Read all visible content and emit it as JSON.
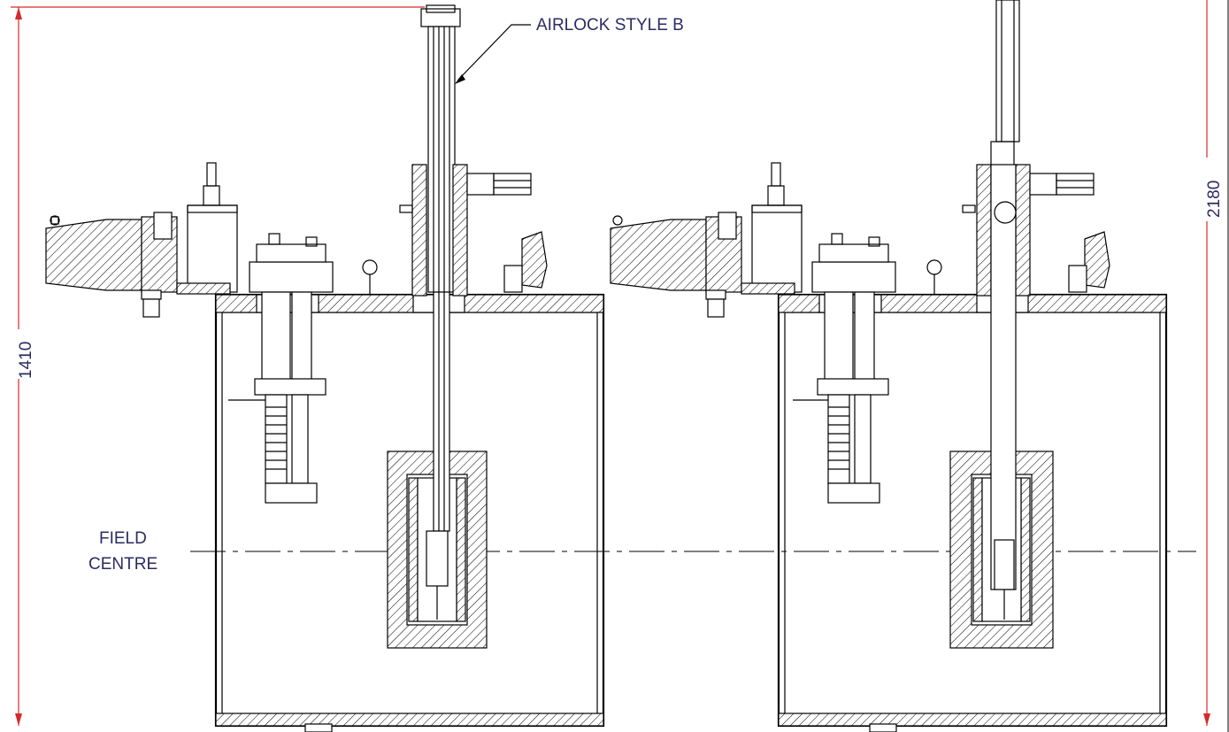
{
  "labels": {
    "airlock": "AIRLOCK STYLE B",
    "field_line1": "FIELD",
    "field_line2": "CENTRE"
  },
  "dimensions": {
    "left_height": "1410",
    "right_height": "2180"
  },
  "colors": {
    "dimension": "#d42a2a",
    "label_text": "#2b2b63",
    "linework": "#000000"
  }
}
